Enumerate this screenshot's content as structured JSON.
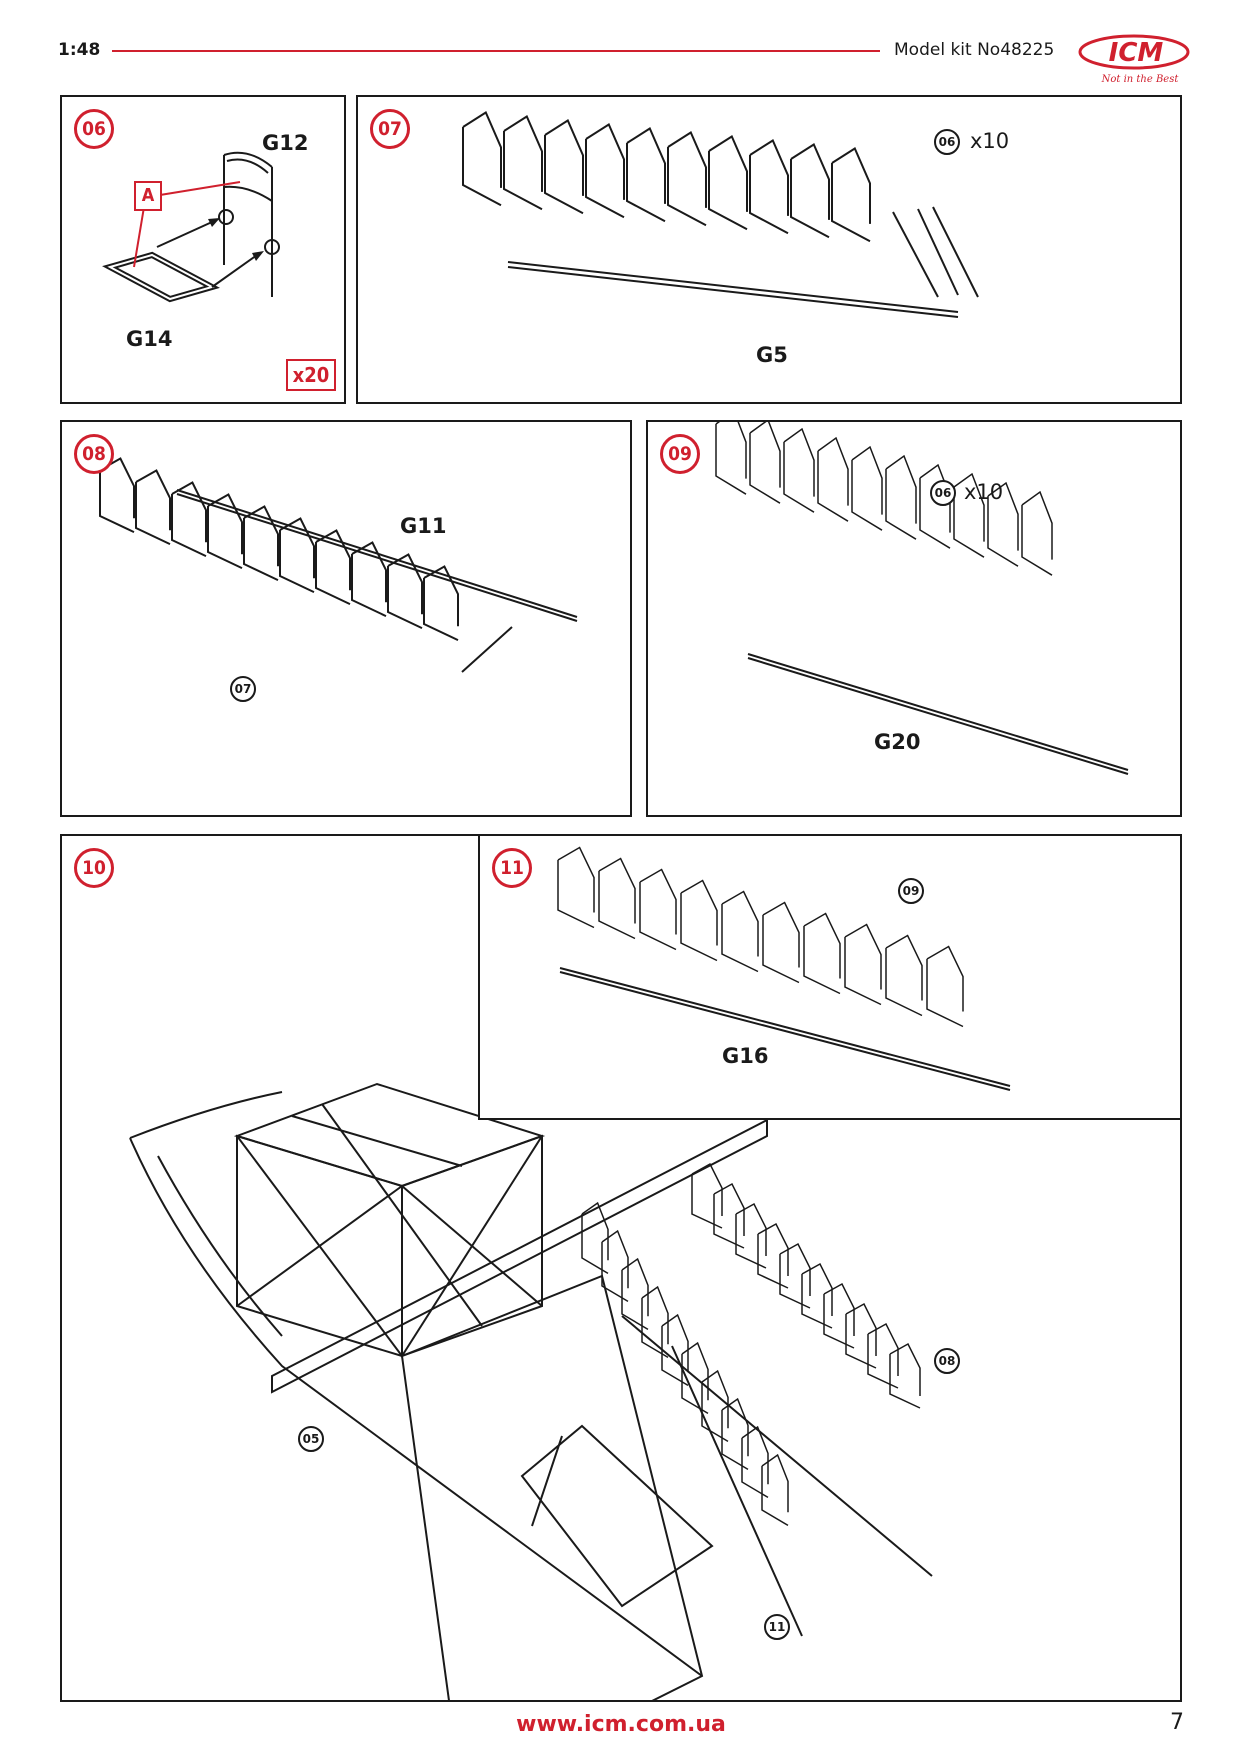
{
  "header": {
    "scale": "1:48",
    "kit_number": "Model kit No48225",
    "logo_text": "ICM",
    "logo_tagline": "Not in the Best"
  },
  "steps": {
    "s06": {
      "number": "06",
      "part_top": "G12",
      "part_bottom": "G14",
      "tag_letter": "A",
      "quantity": "x20"
    },
    "s07": {
      "number": "07",
      "ref": "06",
      "multiplier": "x10",
      "part": "G5"
    },
    "s08": {
      "number": "08",
      "part": "G11",
      "ref": "07"
    },
    "s09": {
      "number": "09",
      "ref": "06",
      "multiplier": "x10",
      "part": "G20"
    },
    "s10": {
      "number": "10",
      "ref_frame": "05",
      "ref_row_a": "08",
      "ref_row_b": "11"
    },
    "s11": {
      "number": "11",
      "ref": "09",
      "part": "G16"
    }
  },
  "footer": {
    "url": "www.icm.com.ua",
    "page": "7"
  },
  "colors": {
    "accent": "#d0202e",
    "ink": "#1a1a1a"
  }
}
